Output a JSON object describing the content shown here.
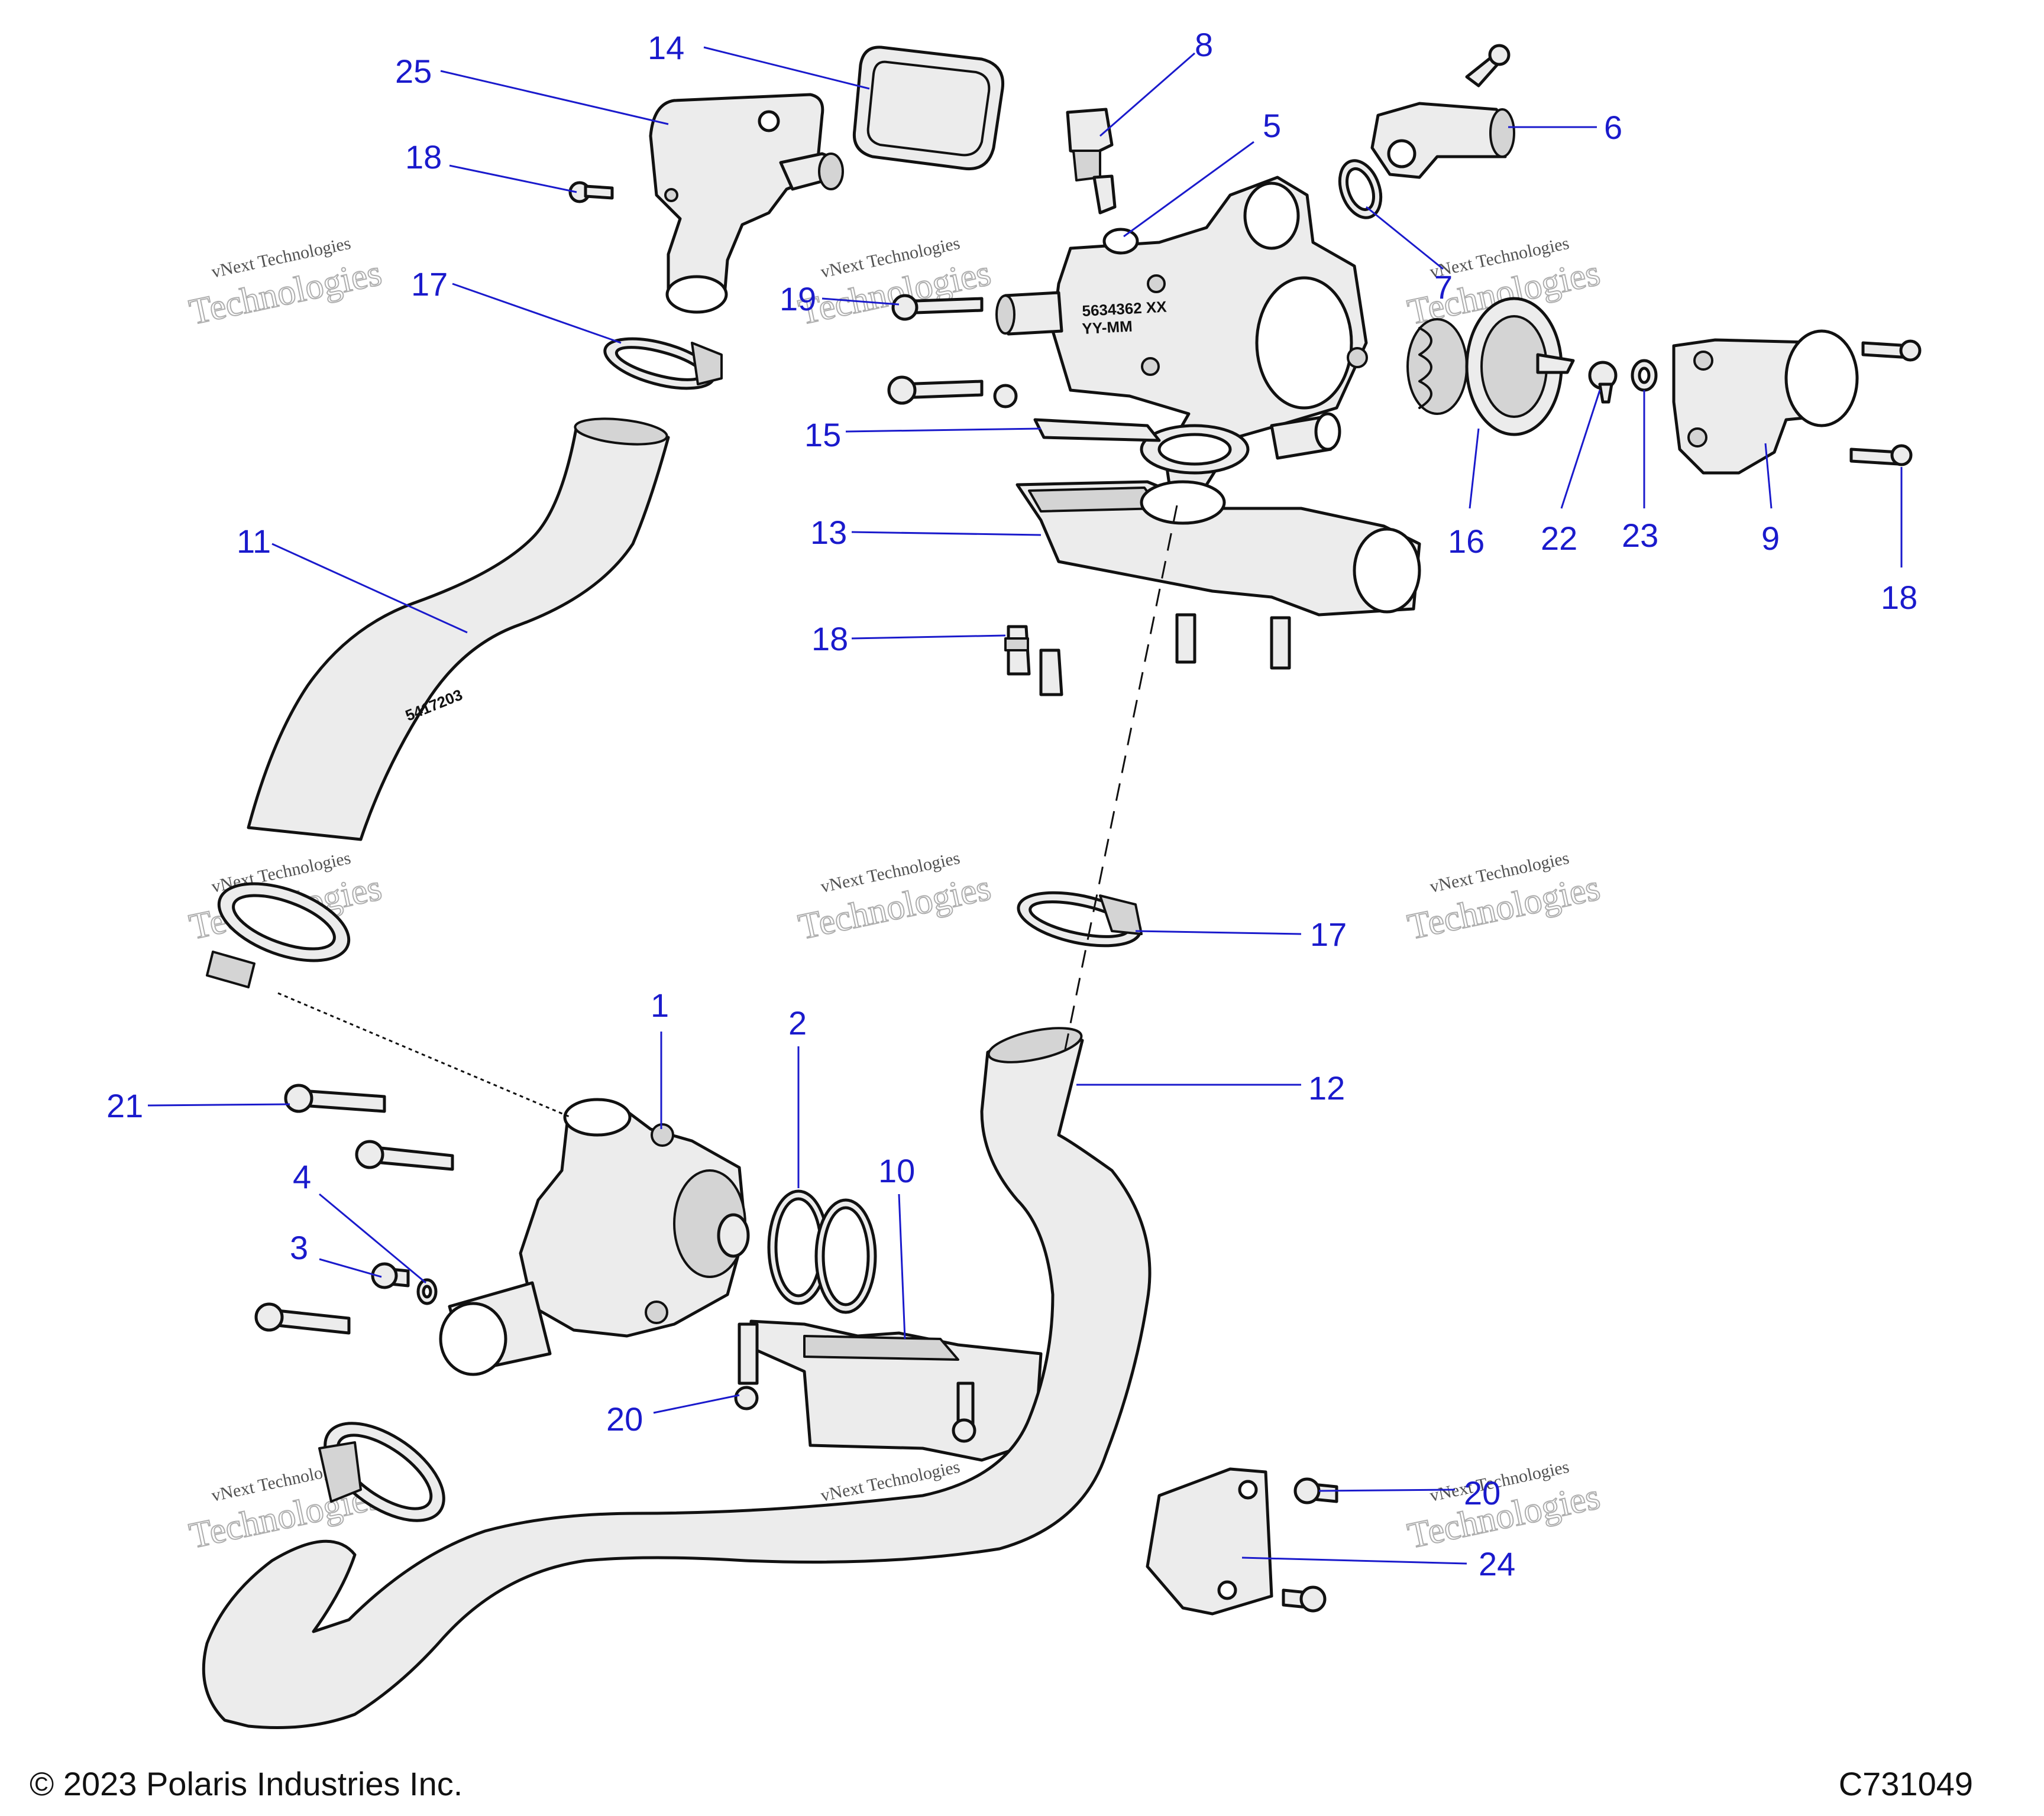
{
  "callouts": [
    {
      "label": "14"
    },
    {
      "label": "25"
    },
    {
      "label": "18"
    },
    {
      "label": "8"
    },
    {
      "label": "5"
    },
    {
      "label": "6"
    },
    {
      "label": "17"
    },
    {
      "label": "19"
    },
    {
      "label": "7"
    },
    {
      "label": "15"
    },
    {
      "label": "13"
    },
    {
      "label": "16"
    },
    {
      "label": "22"
    },
    {
      "label": "23"
    },
    {
      "label": "9"
    },
    {
      "label": "18"
    },
    {
      "label": "11"
    },
    {
      "label": "18"
    },
    {
      "label": "17"
    },
    {
      "label": "1"
    },
    {
      "label": "2"
    },
    {
      "label": "12"
    },
    {
      "label": "21"
    },
    {
      "label": "10"
    },
    {
      "label": "4"
    },
    {
      "label": "3"
    },
    {
      "label": "20"
    },
    {
      "label": "20"
    },
    {
      "label": "24"
    }
  ],
  "part_markings": {
    "hose_11": "5417203",
    "housing_5_line1": "5634362 XX",
    "housing_5_line2": "YY-MM"
  },
  "watermark": {
    "line1": "vNext Technologies",
    "line2": "Technologies"
  },
  "footer": {
    "copyright": "© 2023 Polaris Industries Inc.",
    "figure_code": "C731049"
  },
  "colors": {
    "callout": "#1a1acc",
    "linework": "#111111",
    "part_fill": "#ececec"
  }
}
